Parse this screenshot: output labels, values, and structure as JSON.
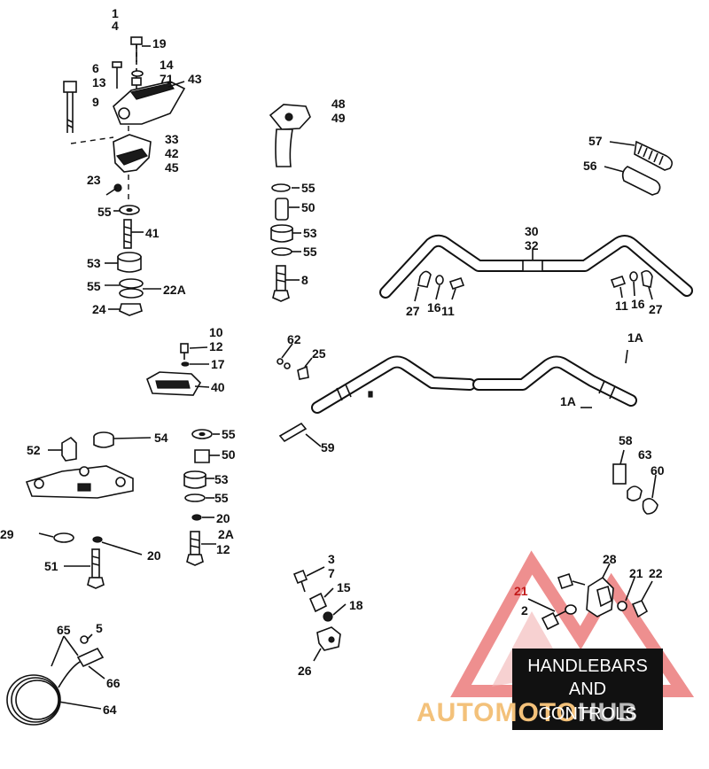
{
  "labels": [
    {
      "id": "l1",
      "text": "1",
      "color": "#111111"
    },
    {
      "id": "l4",
      "text": "4",
      "color": "#111111"
    },
    {
      "id": "l19",
      "text": "19",
      "color": "#111111"
    },
    {
      "id": "l6",
      "text": "6",
      "color": "#111111"
    },
    {
      "id": "l13",
      "text": "13",
      "color": "#111111"
    },
    {
      "id": "l14",
      "text": "14",
      "color": "#111111"
    },
    {
      "id": "l71",
      "text": "71",
      "color": "#111111"
    },
    {
      "id": "l43",
      "text": "43",
      "color": "#111111"
    },
    {
      "id": "l9",
      "text": "9",
      "color": "#111111"
    },
    {
      "id": "l33",
      "text": "33",
      "color": "#111111"
    },
    {
      "id": "l42",
      "text": "42",
      "color": "#111111"
    },
    {
      "id": "l45",
      "text": "45",
      "color": "#111111"
    },
    {
      "id": "l23",
      "text": "23",
      "color": "#111111"
    },
    {
      "id": "l55a",
      "text": "55",
      "color": "#111111"
    },
    {
      "id": "l41",
      "text": "41",
      "color": "#111111"
    },
    {
      "id": "l53a",
      "text": "53",
      "color": "#111111"
    },
    {
      "id": "l55b",
      "text": "55",
      "color": "#111111"
    },
    {
      "id": "l22A",
      "text": "22A",
      "color": "#111111"
    },
    {
      "id": "l24",
      "text": "24",
      "color": "#111111"
    },
    {
      "id": "l48",
      "text": "48",
      "color": "#111111"
    },
    {
      "id": "l49",
      "text": "49",
      "color": "#111111"
    },
    {
      "id": "l55c",
      "text": "55",
      "color": "#111111"
    },
    {
      "id": "l50a",
      "text": "50",
      "color": "#111111"
    },
    {
      "id": "l53b",
      "text": "53",
      "color": "#111111"
    },
    {
      "id": "l55d",
      "text": "55",
      "color": "#111111"
    },
    {
      "id": "l8",
      "text": "8",
      "color": "#111111"
    },
    {
      "id": "l57",
      "text": "57",
      "color": "#111111"
    },
    {
      "id": "l56",
      "text": "56",
      "color": "#111111"
    },
    {
      "id": "l30",
      "text": "30",
      "color": "#111111"
    },
    {
      "id": "l32",
      "text": "32",
      "color": "#111111"
    },
    {
      "id": "l27a",
      "text": "27",
      "color": "#111111"
    },
    {
      "id": "l16a",
      "text": "16",
      "color": "#111111"
    },
    {
      "id": "l11a",
      "text": "11",
      "color": "#111111"
    },
    {
      "id": "l11b",
      "text": "11",
      "color": "#111111"
    },
    {
      "id": "l16b",
      "text": "16",
      "color": "#111111"
    },
    {
      "id": "l27b",
      "text": "27",
      "color": "#111111"
    },
    {
      "id": "l10",
      "text": "10",
      "color": "#111111"
    },
    {
      "id": "l12a",
      "text": "12",
      "color": "#111111"
    },
    {
      "id": "l17",
      "text": "17",
      "color": "#111111"
    },
    {
      "id": "l40",
      "text": "40",
      "color": "#111111"
    },
    {
      "id": "l62",
      "text": "62",
      "color": "#111111"
    },
    {
      "id": "l25",
      "text": "25",
      "color": "#111111"
    },
    {
      "id": "l1Aa",
      "text": "1A",
      "color": "#111111"
    },
    {
      "id": "l1Ab",
      "text": "1A",
      "color": "#111111"
    },
    {
      "id": "l52",
      "text": "52",
      "color": "#111111"
    },
    {
      "id": "l54",
      "text": "54",
      "color": "#111111"
    },
    {
      "id": "l55e",
      "text": "55",
      "color": "#111111"
    },
    {
      "id": "l50b",
      "text": "50",
      "color": "#111111"
    },
    {
      "id": "l59",
      "text": "59",
      "color": "#111111"
    },
    {
      "id": "l58",
      "text": "58",
      "color": "#111111"
    },
    {
      "id": "l63",
      "text": "63",
      "color": "#111111"
    },
    {
      "id": "l60",
      "text": "60",
      "color": "#111111"
    },
    {
      "id": "l53c",
      "text": "53",
      "color": "#111111"
    },
    {
      "id": "l55f",
      "text": "55",
      "color": "#111111"
    },
    {
      "id": "l20a",
      "text": "20",
      "color": "#111111"
    },
    {
      "id": "l2A",
      "text": "2A",
      "color": "#111111"
    },
    {
      "id": "l12b",
      "text": "12",
      "color": "#111111"
    },
    {
      "id": "l29",
      "text": "29",
      "color": "#111111"
    },
    {
      "id": "l20b",
      "text": "20",
      "color": "#111111"
    },
    {
      "id": "l51",
      "text": "51",
      "color": "#111111"
    },
    {
      "id": "l3",
      "text": "3",
      "color": "#111111"
    },
    {
      "id": "l7",
      "text": "7",
      "color": "#111111"
    },
    {
      "id": "l15",
      "text": "15",
      "color": "#111111"
    },
    {
      "id": "l18",
      "text": "18",
      "color": "#111111"
    },
    {
      "id": "l26",
      "text": "26",
      "color": "#111111"
    },
    {
      "id": "l28",
      "text": "28",
      "color": "#111111"
    },
    {
      "id": "l21a",
      "text": "21",
      "color": "#c21a1a"
    },
    {
      "id": "l21b",
      "text": "21",
      "color": "#111111"
    },
    {
      "id": "l22",
      "text": "22",
      "color": "#111111"
    },
    {
      "id": "l2",
      "text": "2",
      "color": "#111111"
    },
    {
      "id": "l65",
      "text": "65",
      "color": "#111111"
    },
    {
      "id": "l5",
      "text": "5",
      "color": "#111111"
    },
    {
      "id": "l66",
      "text": "66",
      "color": "#111111"
    },
    {
      "id": "l64",
      "text": "64",
      "color": "#111111"
    }
  ],
  "title_box": {
    "line1": "HANDLEBARS",
    "line2": "AND",
    "line3": "CONTROLS"
  },
  "watermark": {
    "part1": "AUTOMOTO",
    "part2": "HUB",
    "color_orange": "#f3c17a",
    "color_gray": "#b9b9b9",
    "color_red": "#e23c3c"
  }
}
